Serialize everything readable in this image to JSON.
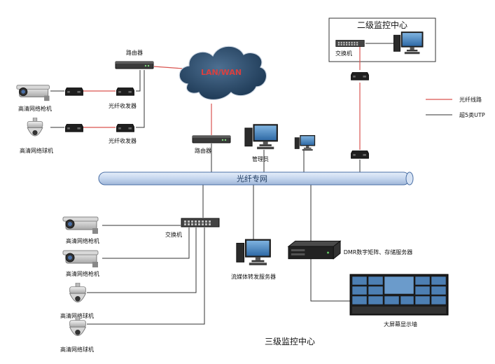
{
  "colors": {
    "fiber_line": "#d9534f",
    "utp_line": "#333333",
    "backbone_fill": "#c9d9ef",
    "backbone_stroke": "#4a6fa5",
    "cloud_fill": "#1f3f5f",
    "cloud_text": "#d94040",
    "device_dark": "#2e2e2e",
    "monitor_blue": "#3f78b5"
  },
  "icons": {
    "router": "router-icon",
    "switch": "switch-icon",
    "transceiver": "fiber-transceiver-icon",
    "bullet_camera": "bullet-camera-icon",
    "dome_camera": "dome-camera-icon",
    "workstation": "workstation-icon",
    "server": "rack-server-icon",
    "video_wall": "video-wall-icon",
    "cloud": "cloud-icon"
  },
  "cloud": {
    "label": "LAN/WAN"
  },
  "top_left": {
    "router_label": "路由器",
    "transceiver_labels": [
      "光纤收发器",
      "光纤收发器"
    ],
    "camera_labels": [
      "高清网络枪机",
      "高清网络球机"
    ]
  },
  "center": {
    "router_label": "路由器",
    "admin_label": "管理员"
  },
  "backbone": {
    "label": "光纤专网"
  },
  "level2": {
    "title": "二级监控中心",
    "switch_label": "交换机"
  },
  "legend": {
    "fiber": "光纤线路",
    "utp": "超5类UTP"
  },
  "level3": {
    "title": "三级监控中心",
    "switch_label": "交换机",
    "cameras": [
      "高清网络枪机",
      "高清网络枪机",
      "高清网络球机",
      "高清网络球机"
    ],
    "streaming_label": "流媒体转发服务器",
    "dmr_label": "DMR数字矩阵、存储服务器",
    "video_wall_label": "大屏幕显示墙"
  }
}
